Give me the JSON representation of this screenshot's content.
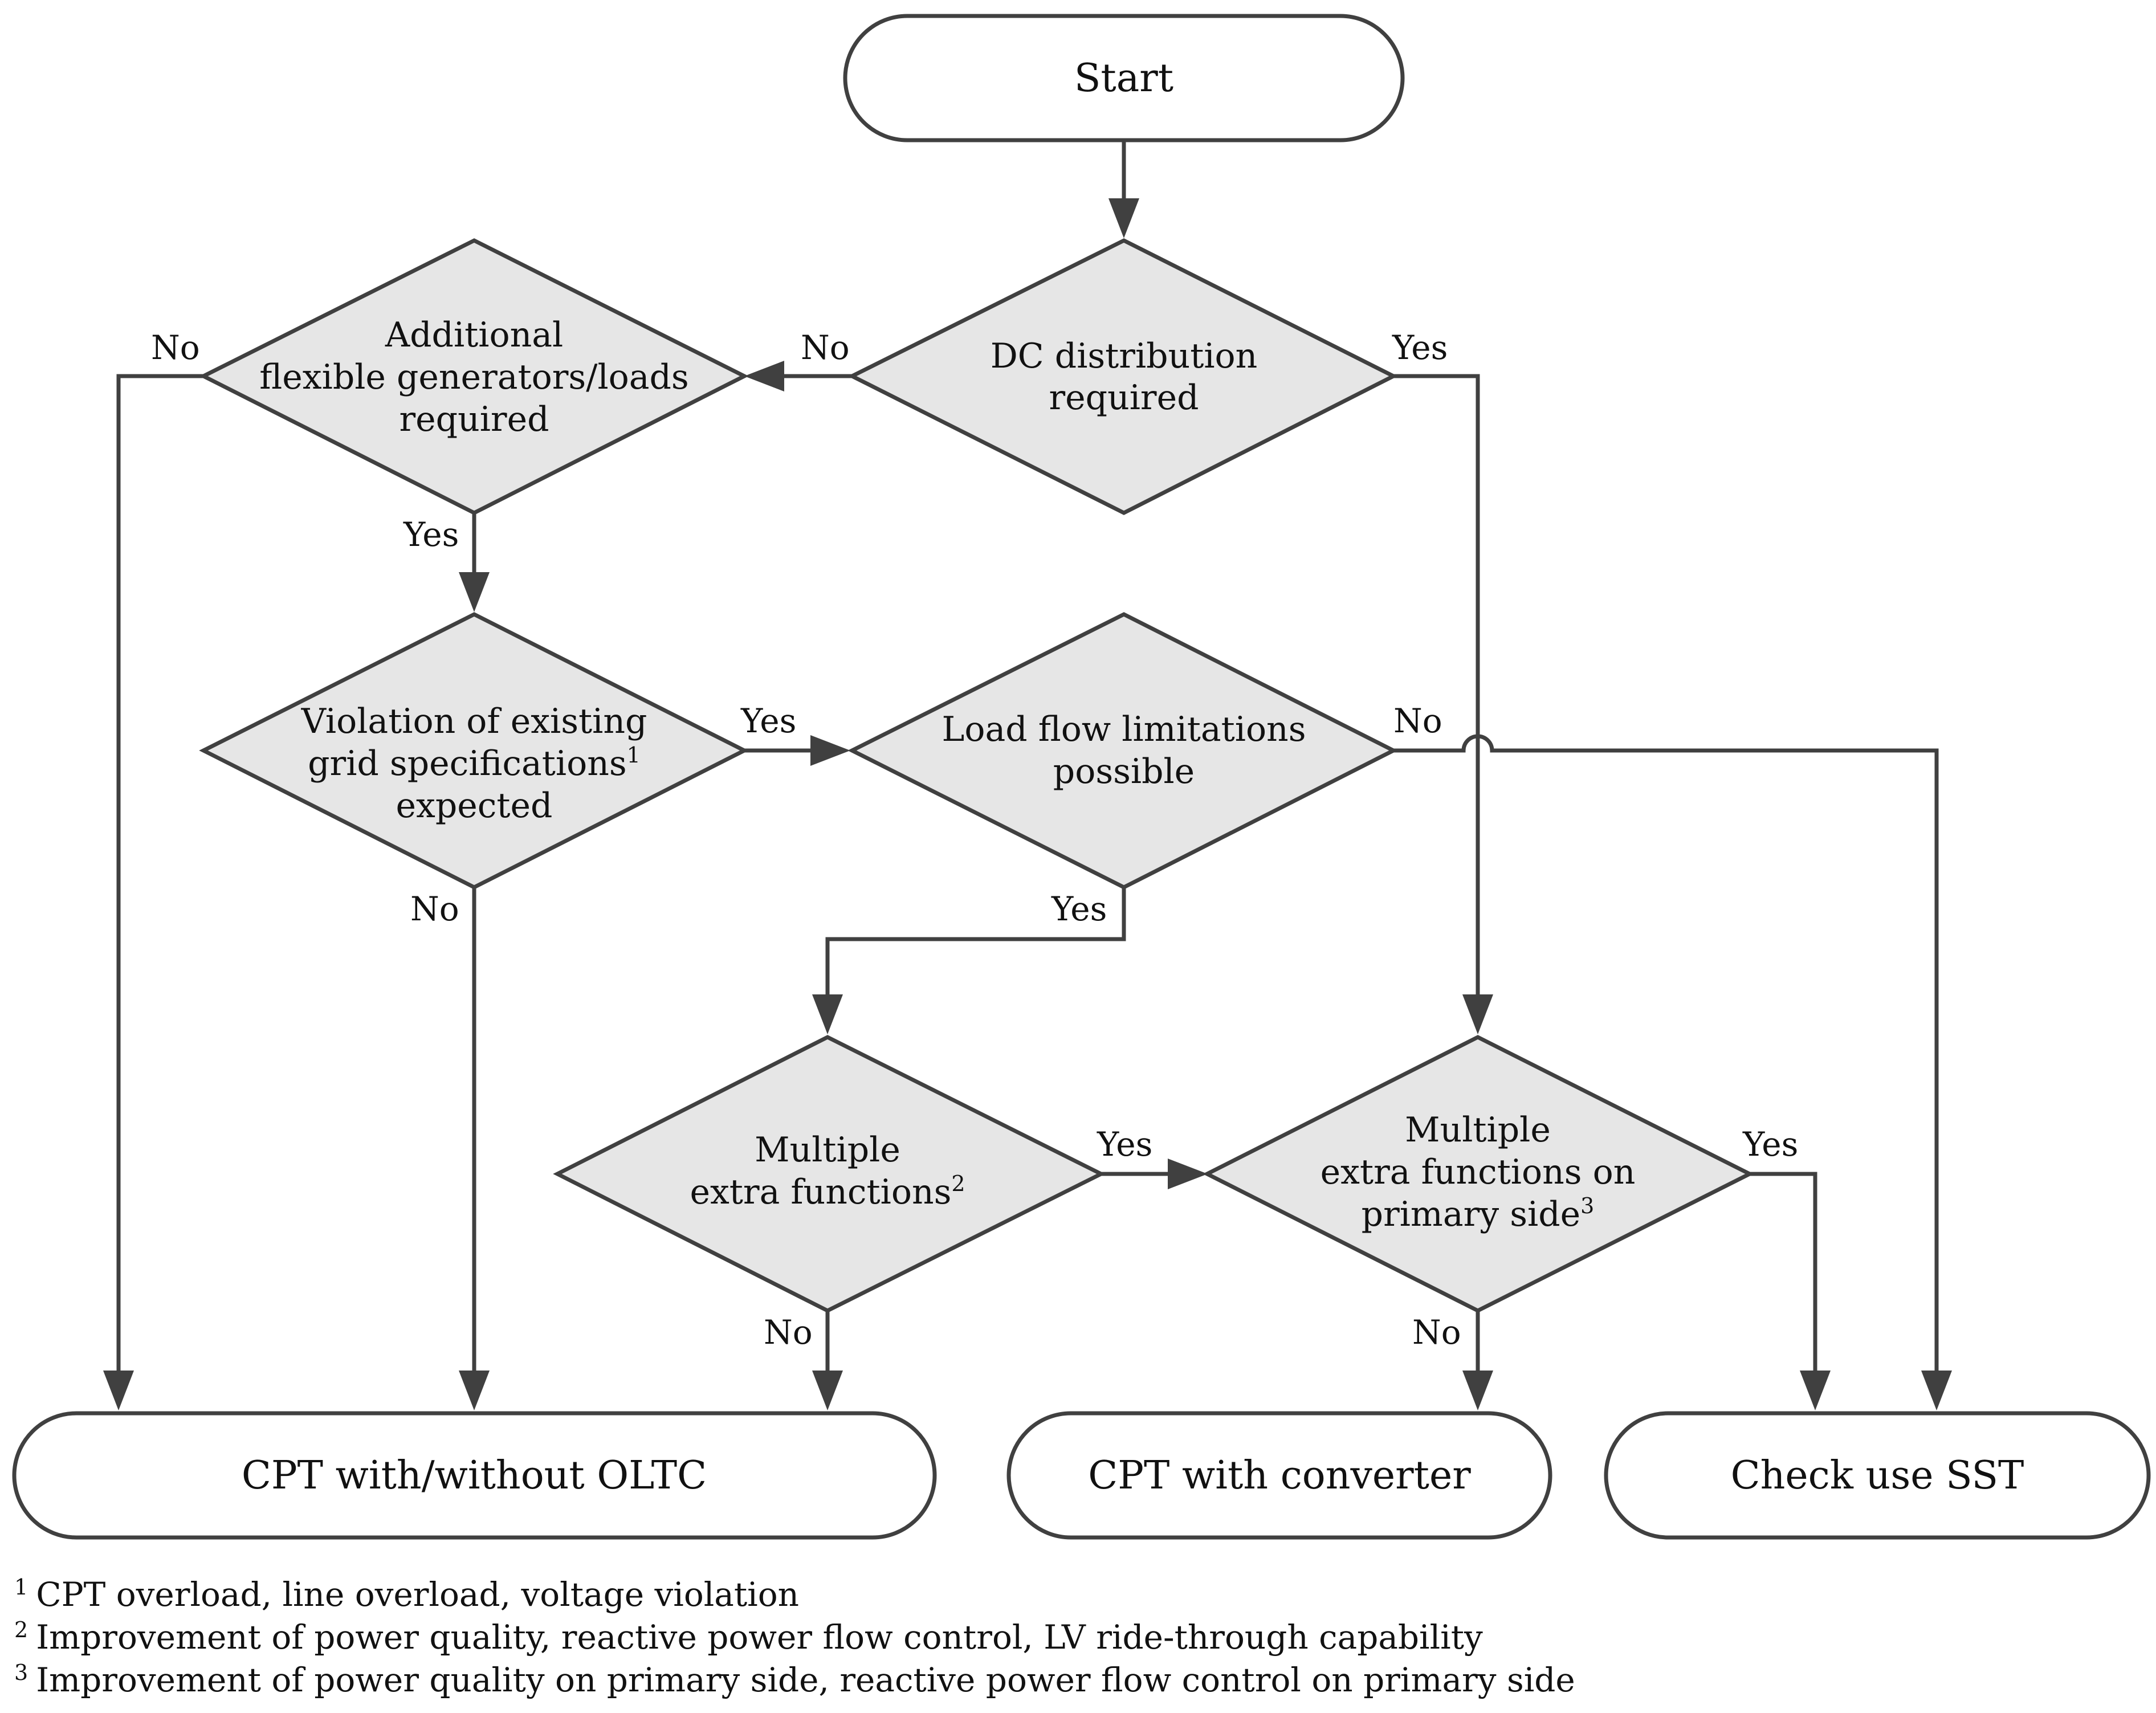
{
  "colors": {
    "decision_fill": "#e6e6e6",
    "stroke": "#404040",
    "terminal_fill": "#ffffff"
  },
  "nodes": {
    "start": {
      "label": "Start"
    },
    "dc_distribution": {
      "line1": "DC distribution",
      "line2": "required"
    },
    "additional_flexible": {
      "line1": "Additional",
      "line2": "flexible generators/loads",
      "line3": "required"
    },
    "violation_specs": {
      "line1": "Violation of existing",
      "line2": "grid specifications",
      "line2_sup": "1",
      "line3": "expected"
    },
    "load_flow": {
      "line1": "Load flow limitations",
      "line2": "possible"
    },
    "multiple_extra": {
      "line1": "Multiple",
      "line2": "extra functions",
      "line2_sup": "2"
    },
    "multiple_extra_primary": {
      "line1": "Multiple",
      "line2": "extra functions on",
      "line3": "primary side",
      "line3_sup": "3"
    },
    "cpt_oltc": {
      "label": "CPT with/without OLTC"
    },
    "cpt_converter": {
      "label": "CPT with converter"
    },
    "check_sst": {
      "label": "Check use SST"
    }
  },
  "edge_labels": {
    "dc_no": "No",
    "dc_yes": "Yes",
    "additional_no": "No",
    "additional_yes": "Yes",
    "violation_yes": "Yes",
    "violation_no": "No",
    "loadflow_no": "No",
    "loadflow_yes": "Yes",
    "multiple_yes": "Yes",
    "multiple_no": "No",
    "primary_yes": "Yes",
    "primary_no": "No"
  },
  "footnotes": [
    {
      "mark": "1",
      "text": "CPT overload, line overload, voltage violation"
    },
    {
      "mark": "2",
      "text": "Improvement of power quality, reactive power flow control, LV ride-through capability"
    },
    {
      "mark": "3",
      "text": "Improvement of power quality on primary side, reactive power flow control on primary side"
    }
  ]
}
